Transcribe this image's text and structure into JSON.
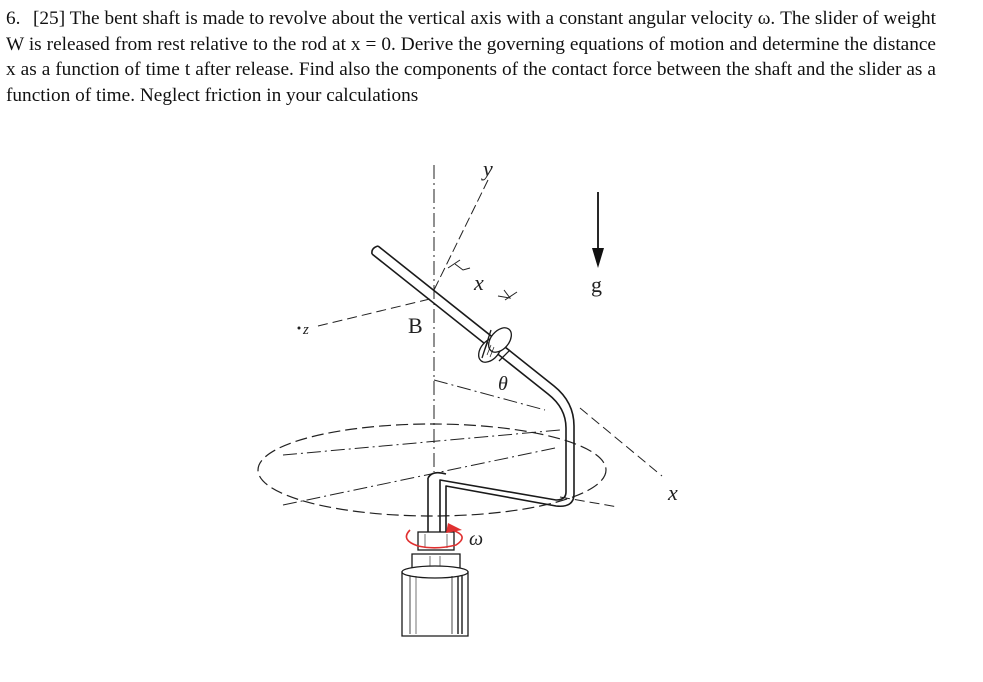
{
  "problem": {
    "number": "6.",
    "text": "[25] The bent shaft is made to revolve about the vertical axis with a constant angular velocity ω. The slider of weight W is released from rest relative to the rod at x = 0. Derive the governing equations of motion and determine the distance x as a function of time t after release. Find also the components of the contact force between the shaft and the slider as a function of time. Neglect friction in your calculations"
  },
  "figure": {
    "labels": {
      "y": "y",
      "x_top": "x",
      "x_axis": "x",
      "z": "z",
      "B": "B",
      "theta": "θ",
      "g": "g",
      "omega": "ω"
    },
    "colors": {
      "line": "#1a1a1a",
      "omega_arrow": "#e03030"
    }
  }
}
